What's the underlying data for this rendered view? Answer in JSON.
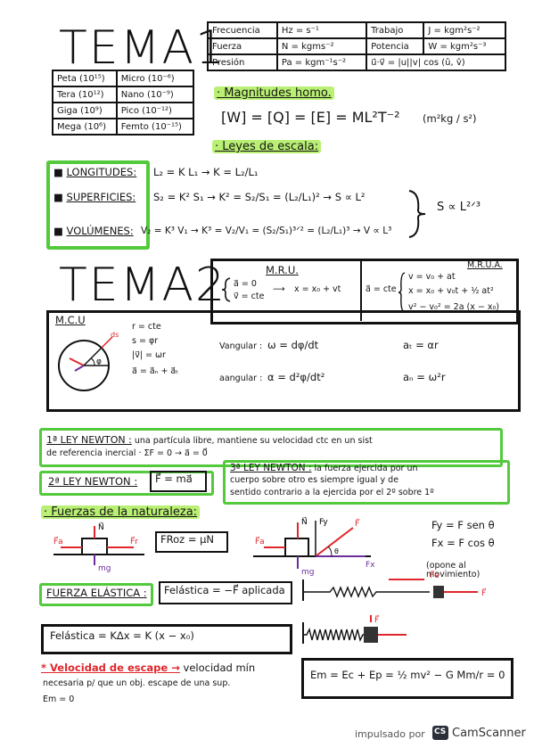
{
  "tema1": {
    "title": "TEMA1",
    "prefixes": [
      [
        "Peta (10¹⁵)",
        "Micro (10⁻⁶)"
      ],
      [
        "Tera (10¹²)",
        "Nano (10⁻⁹)"
      ],
      [
        "Giga (10⁹)",
        "Pico (10⁻¹²)"
      ],
      [
        "Mega (10⁶)",
        "Femto (10⁻¹⁵)"
      ]
    ],
    "units": [
      [
        "Frecuencia",
        "Hz = s⁻¹",
        "Trabajo",
        "J = kgm²s⁻²"
      ],
      [
        "Fuerza",
        "N = kgms⁻²",
        "Potencia",
        "W = kgm²s⁻³"
      ],
      [
        "Presión",
        "Pa = kgm⁻¹s⁻²",
        "",
        ""
      ]
    ],
    "dot_product": "u⃗·v⃗ = |u||v| cos (û, v̂)",
    "magnitudes_label": "· Magnitudes homo.",
    "magnitudes_formula": "[W] = [Q] = [E] = ML²T⁻²",
    "magnitudes_units": "(m²kg / s²)",
    "escala_label": "· Leyes de escala:",
    "longitudes": {
      "label": "LONGITUDES:",
      "formula": "L₂ = K L₁ → K = L₂/L₁"
    },
    "superficies": {
      "label": "SUPERFICIES:",
      "formula": "S₂ = K² S₁ → K² = S₂/S₁ = (L₂/L₁)² → S ∝ L²"
    },
    "volumenes": {
      "label": "VOLÚMENES:",
      "formula": "V₂ = K³ V₁ → K³ = V₂/V₁ = (S₂/S₁)³ᐟ² = (L₂/L₁)³ → V ∝ L³"
    },
    "brace_result": "S ∝ L²ᐟ³"
  },
  "tema2": {
    "title": "TEMA2",
    "mru": {
      "label": "M.R.U.",
      "cond1": "a⃗ = 0",
      "cond2": "v⃗ = cte",
      "result": "x = x₀ + vt"
    },
    "mrua": {
      "label": "M.R.U.A.",
      "cond": "a⃗ = cte",
      "eq1": "v = v₀ + at",
      "eq2": "x = x₀ + v₀t + ½ at²",
      "eq3": "v² − v₀² = 2a (x − x₀)"
    },
    "mcu": {
      "label": "M.C.U",
      "r": "r = cte",
      "s": "s = φr",
      "v": "|v⃗| = ωr",
      "a": "a⃗ = a⃗ₙ + a⃗ₜ",
      "vang_label": "Vangular :",
      "vang_eq": "ω = dφ/dt",
      "aang_label": "aangular :",
      "aang_eq": "α = d²φ/dt²",
      "at": "aₜ = αr",
      "an": "aₙ = ω²r",
      "diagram_phi": "φ",
      "diagram_ds": "ds"
    },
    "newton1": {
      "label": "1ª LEY NEWTON :",
      "line1": "una partícula libre, mantiene su velocidad ctc en un sist",
      "line2": "de referencia inercial · ΣF = 0 → a⃗ = 0⃗"
    },
    "newton2": {
      "label": "2ª LEY NEWTON :",
      "formula": "F⃗ = ma⃗"
    },
    "newton3": {
      "label": "3ª LEY NEWTON :",
      "line1": "la fuerza ejercida por un",
      "line2": "cuerpo sobre otro es siempre igual y de",
      "line3": "sentido contrario a la ejercida por el 2º sobre 1º"
    },
    "fuerzas_label": "· Fuerzas de la naturaleza:",
    "froz": "FRoz = μN",
    "fy": "Fy = F sen θ",
    "fx": "Fx = F cos θ",
    "note": "(opone al movimiento)",
    "elastica_label": "FUERZA ELÁSTICA :",
    "elastica_formula": "Felástica = −F⃗ aplicada",
    "elastica2_formula": "Felástica = KΔx = K (x − x₀)",
    "escape_label": "* Velocidad de escape →",
    "escape_text1": "velocidad mín",
    "escape_text2": "necesaria p/ que un obj. escape de una sup.",
    "escape_em0": "Em = 0",
    "energy_formula": "Em = Ec + Ep = ½ mv² − G Mm/r = 0",
    "forces_labels": {
      "N": "N⃗",
      "Fa": "F⃗a",
      "Fr": "F⃗r",
      "mg": "mg",
      "F": "F⃗",
      "Fy": "Fy",
      "Fx": "Fx",
      "theta": "θ",
      "Fe": "F⃗e"
    }
  },
  "footer": {
    "text": "impulsado por",
    "badge": "CS",
    "brand": "CamScanner"
  }
}
